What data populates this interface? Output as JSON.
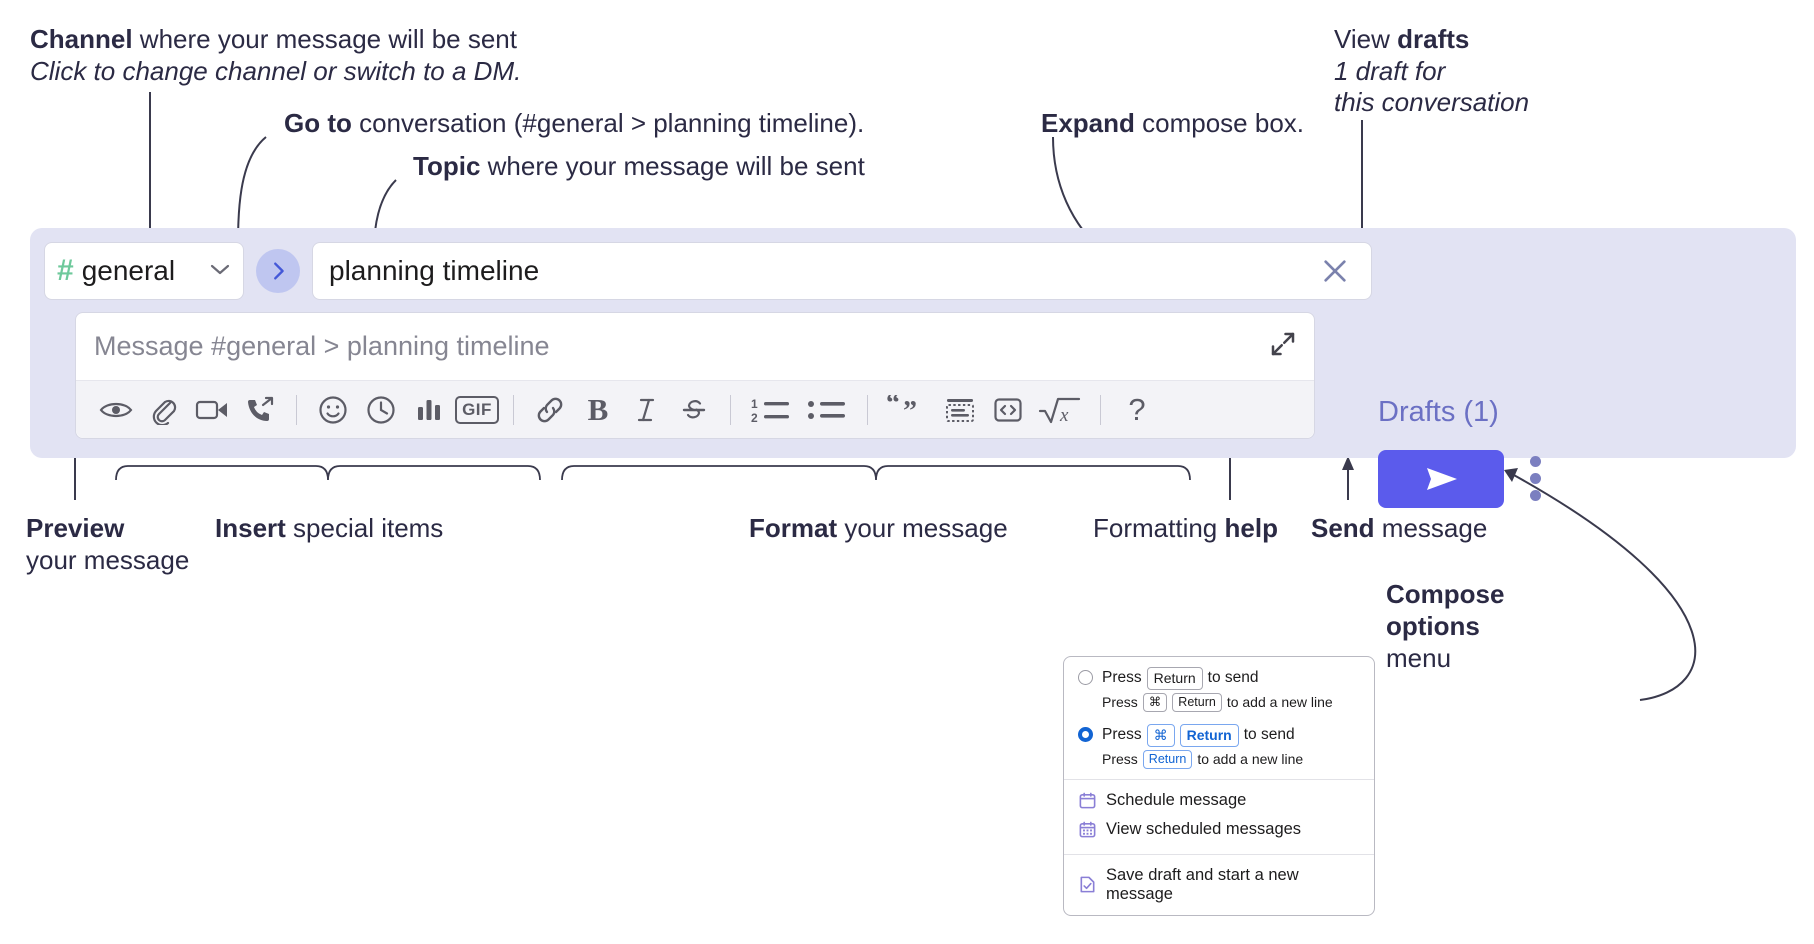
{
  "annotations": {
    "channel": {
      "bold": "Channel",
      "rest": " where your message will be sent",
      "italic": "Click to change channel or switch to a DM."
    },
    "goto": {
      "bold": "Go to",
      "rest": " conversation (#general > planning timeline)."
    },
    "topic": {
      "bold": "Topic",
      "rest": " where your message will be sent"
    },
    "expand": {
      "bold": "Expand",
      "rest": " compose box."
    },
    "drafts": {
      "pre": "View ",
      "bold": "drafts",
      "italic1": "1 draft for",
      "italic2": "this conversation"
    },
    "preview": {
      "bold": "Preview",
      "line2": "your message"
    },
    "insert": {
      "bold": "Insert",
      "rest": " special items"
    },
    "format": {
      "bold": "Format",
      "rest": " your message"
    },
    "help": {
      "pre": "Formatting ",
      "bold": "help"
    },
    "send": {
      "bold": "Send",
      "rest": " message"
    },
    "compose_options": {
      "bold1": "Compose",
      "bold2": "options",
      "rest": "menu"
    }
  },
  "compose": {
    "channel_name": "general",
    "channel_hash": "#",
    "go_icon": "chevron-right-icon",
    "topic_value": "planning timeline",
    "topic_clear_icon": "close-icon",
    "message_placeholder": "Message #general > planning timeline",
    "expand_icon": "expand-icon",
    "drafts_label": "Drafts (1)",
    "send_icon": "send-paper-plane-icon",
    "options_icon": "kebab-menu-icon",
    "close_icon": "close-icon",
    "accent_send": "#5b5bec",
    "accent_panel": "#e2e3f3",
    "accent_drafts_text": "#6b70c4",
    "toolbar": [
      {
        "name": "preview-icon",
        "label": "Preview"
      },
      {
        "name": "attachment-icon",
        "label": "Attach file"
      },
      {
        "name": "video-icon",
        "label": "Record video clip"
      },
      {
        "name": "audio-call-icon",
        "label": "Record audio clip"
      },
      {
        "name": "divider",
        "label": ""
      },
      {
        "name": "emoji-icon",
        "label": "Emoji"
      },
      {
        "name": "clock-icon",
        "label": "Reminder"
      },
      {
        "name": "poll-icon",
        "label": "Poll"
      },
      {
        "name": "gif-icon",
        "label": "GIF"
      },
      {
        "name": "divider",
        "label": ""
      },
      {
        "name": "link-icon",
        "label": "Link"
      },
      {
        "name": "bold-icon",
        "label": "B"
      },
      {
        "name": "italic-icon",
        "label": "I"
      },
      {
        "name": "strikethrough-icon",
        "label": "Strikethrough"
      },
      {
        "name": "divider",
        "label": ""
      },
      {
        "name": "ordered-list-icon",
        "label": "Ordered list"
      },
      {
        "name": "bulleted-list-icon",
        "label": "Bulleted list"
      },
      {
        "name": "divider",
        "label": ""
      },
      {
        "name": "blockquote-icon",
        "label": "Blockquote"
      },
      {
        "name": "code-block-icon",
        "label": "Code block"
      },
      {
        "name": "code-icon",
        "label": "Code"
      },
      {
        "name": "math-icon",
        "label": "Math"
      },
      {
        "name": "divider",
        "label": ""
      },
      {
        "name": "help-icon",
        "label": "?"
      }
    ]
  },
  "menu": {
    "option1": {
      "press": "Press",
      "key": "Return",
      "tail": "to send",
      "sub_press": "Press",
      "sub_key1": "⌘",
      "sub_key2": "Return",
      "sub_tail": "to add a new line",
      "selected": false
    },
    "option2": {
      "press": "Press",
      "key1": "⌘",
      "key2": "Return",
      "tail": "to send",
      "sub_press": "Press",
      "sub_key": "Return",
      "sub_tail": "to add a new line",
      "selected": true
    },
    "items": [
      {
        "icon": "calendar-icon",
        "label": "Schedule message"
      },
      {
        "icon": "calendar-grid-icon",
        "label": "View scheduled messages"
      },
      {
        "icon": "save-draft-icon",
        "label": "Save draft and start a new message"
      }
    ]
  }
}
